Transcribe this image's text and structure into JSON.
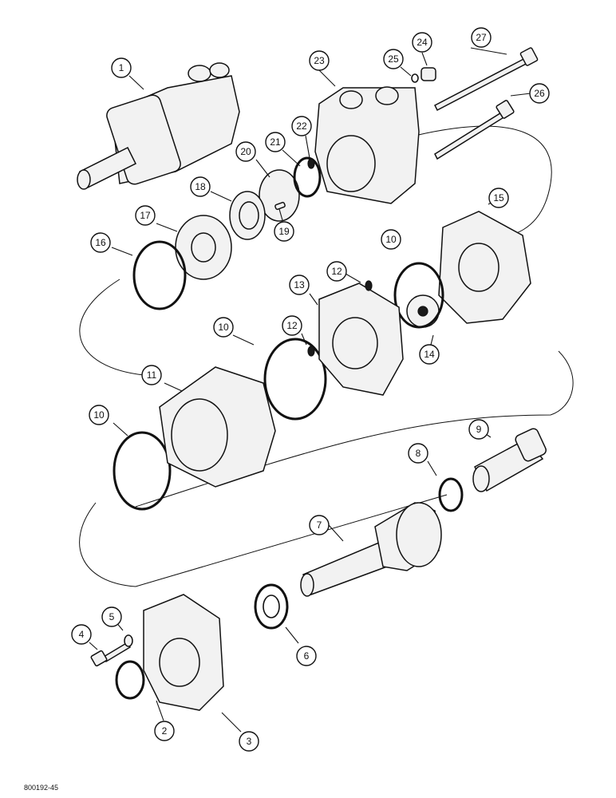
{
  "drawing": {
    "id": "800192-45"
  },
  "callouts": [
    "1",
    "2",
    "3",
    "4",
    "5",
    "6",
    "7",
    "8",
    "9",
    "10",
    "10",
    "10",
    "11",
    "12",
    "12",
    "13",
    "14",
    "15",
    "16",
    "17",
    "18",
    "19",
    "20",
    "21",
    "22",
    "23",
    "24",
    "25",
    "26",
    "27"
  ],
  "colors": {
    "line": "#111111",
    "background": "#ffffff"
  }
}
